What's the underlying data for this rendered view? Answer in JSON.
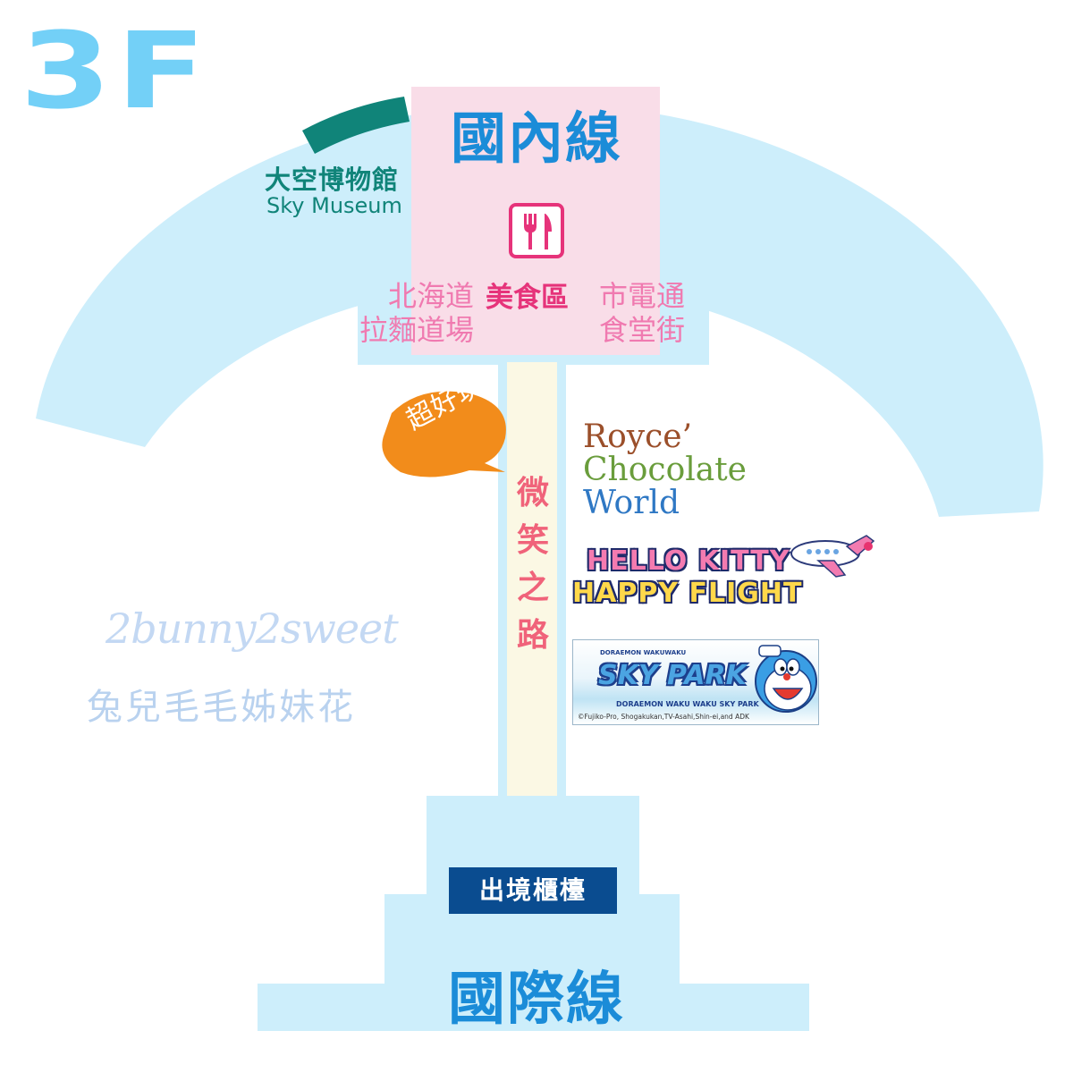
{
  "floor": {
    "label": "3F",
    "color": "#73d0f7"
  },
  "domestic": {
    "label": "國內線",
    "color": "#1b8cd8"
  },
  "museum": {
    "name_zh": "大空博物館",
    "name_en": "Sky Museum",
    "color": "#108479"
  },
  "food_area": {
    "icon": "fork-knife-icon",
    "label": "美食區",
    "left_shop": {
      "line1": "北海道",
      "line2": "拉麵道場"
    },
    "right_shop": {
      "line1": "市電通",
      "line2": "食堂街"
    },
    "color": "#e6337a"
  },
  "bubble": {
    "label": "超好玩",
    "color": "#f28c1b"
  },
  "smile_road": {
    "chars": [
      "微",
      "笑",
      "之",
      "路"
    ],
    "color": "#f0637a"
  },
  "attractions": {
    "royce": {
      "line1": "Royce’",
      "line2": "Chocolate",
      "line3": "World"
    },
    "hello_kitty": {
      "line1": "HELLO KITTY",
      "line2": "HAPPY FLIGHT",
      "icon": "airplane-icon"
    },
    "doraemon": {
      "title": "SKY PARK",
      "small": "DORAEMON WAKUWAKU",
      "subtitle": "DORAEMON WAKU WAKU SKY PARK",
      "copyright": "©Fujiko-Pro, Shogakukan,TV-Asahi,Shin-ei,and ADK",
      "icon": "doraemon-icon"
    }
  },
  "watermark": {
    "line1": "2bunny2sweet",
    "line2": "兔兒毛毛姊妹花"
  },
  "departure": {
    "label": "出境櫃檯",
    "color": "#0a4c90"
  },
  "international": {
    "label": "國際線",
    "color": "#1b8cd8"
  },
  "colors": {
    "terminal": "#cdeefb",
    "domestic_zone": "#f9dde8",
    "corridor": "#fbf8e4"
  }
}
